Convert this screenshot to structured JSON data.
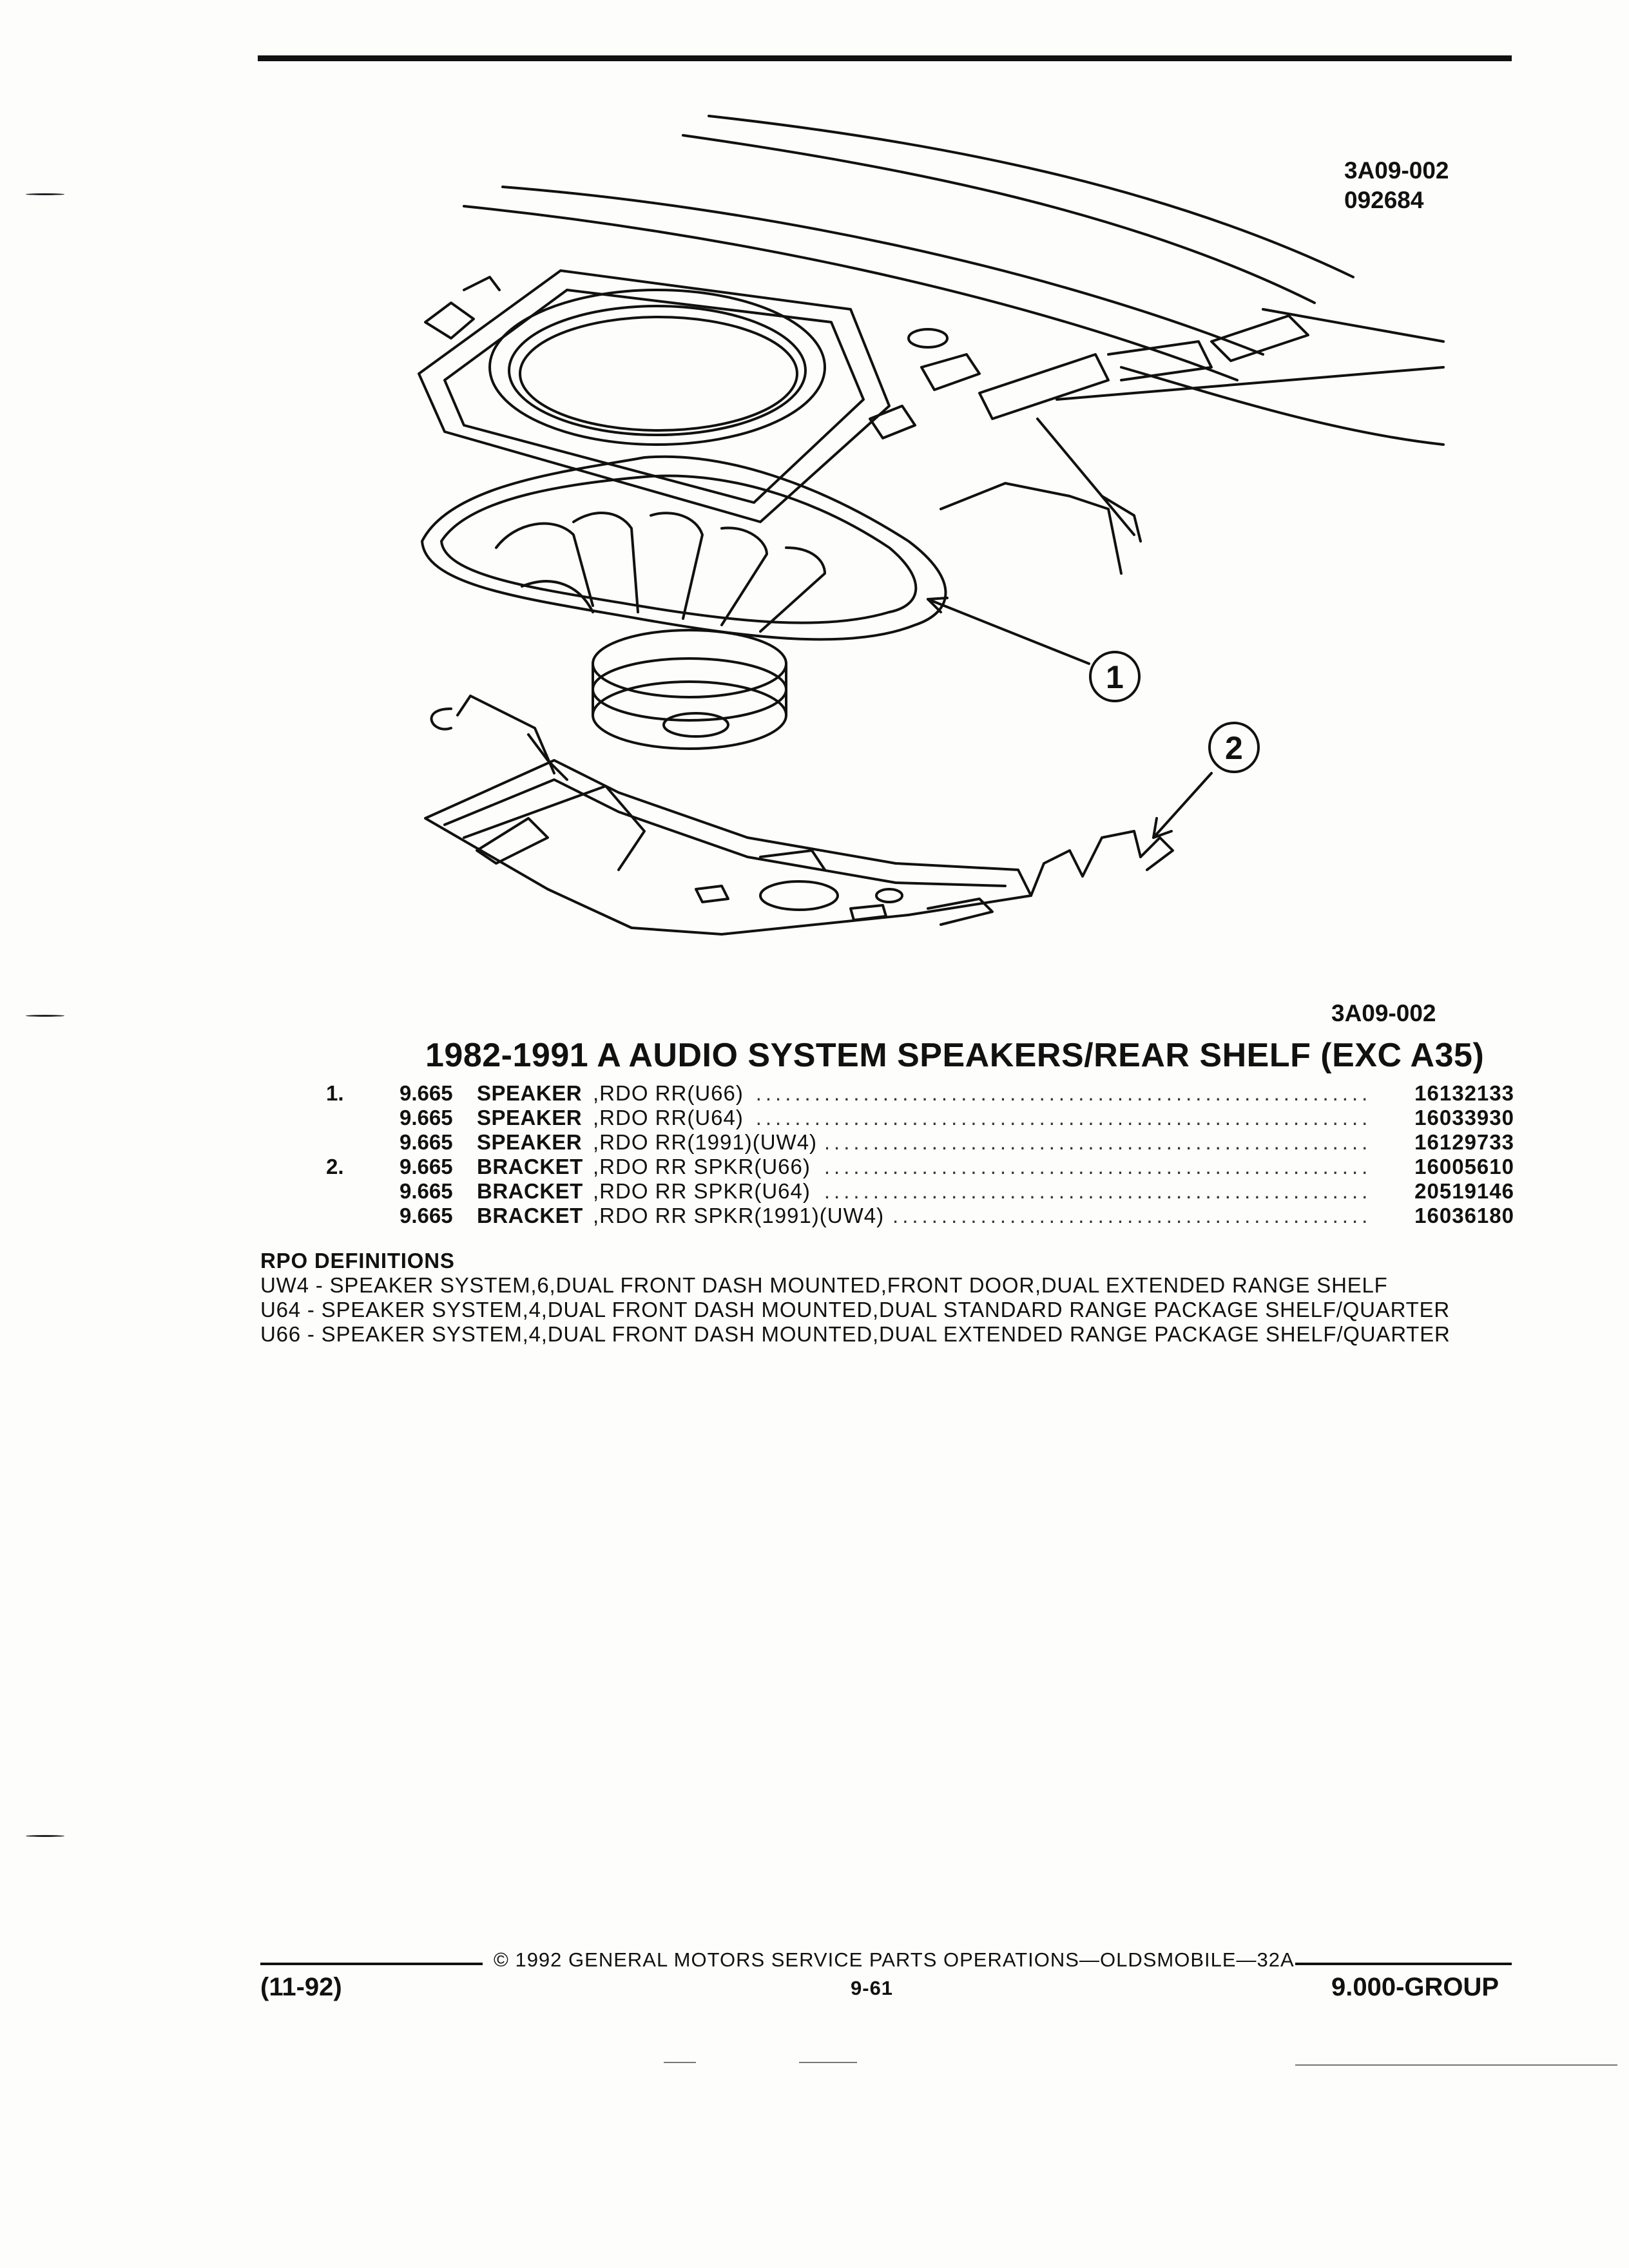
{
  "figure": {
    "ref_code": "3A09-002",
    "ref_date": "092684",
    "caption_code": "3A09-002",
    "callouts": [
      "1",
      "2"
    ]
  },
  "title": "1982-1991 A AUDIO SYSTEM SPEAKERS/REAR SHELF (EXC A35)",
  "parts": [
    {
      "item": "1.",
      "group": "9.665",
      "name": "SPEAKER",
      "desc": ",RDO RR(U66)",
      "part_no": "16132133"
    },
    {
      "item": "",
      "group": "9.665",
      "name": "SPEAKER",
      "desc": ",RDO RR(U64)",
      "part_no": "16033930"
    },
    {
      "item": "",
      "group": "9.665",
      "name": "SPEAKER",
      "desc": ",RDO RR(1991)(UW4)",
      "part_no": "16129733"
    },
    {
      "item": "2.",
      "group": "9.665",
      "name": "BRACKET",
      "desc": ",RDO RR SPKR(U66)",
      "part_no": "16005610"
    },
    {
      "item": "",
      "group": "9.665",
      "name": "BRACKET",
      "desc": ",RDO RR SPKR(U64)",
      "part_no": "20519146"
    },
    {
      "item": "",
      "group": "9.665",
      "name": "BRACKET",
      "desc": ",RDO RR SPKR(1991)(UW4)",
      "part_no": "16036180"
    }
  ],
  "rpo": {
    "heading": "RPO DEFINITIONS",
    "lines": [
      "UW4 - SPEAKER SYSTEM,6,DUAL FRONT DASH MOUNTED,FRONT DOOR,DUAL EXTENDED RANGE SHELF",
      "U64 - SPEAKER SYSTEM,4,DUAL FRONT DASH MOUNTED,DUAL STANDARD RANGE PACKAGE SHELF/QUARTER",
      "U66 - SPEAKER SYSTEM,4,DUAL FRONT DASH MOUNTED,DUAL EXTENDED RANGE PACKAGE SHELF/QUARTER"
    ]
  },
  "footer": {
    "copyright": "© 1992 GENERAL MOTORS SERVICE PARTS OPERATIONS—OLDSMOBILE—32A",
    "date": "(11-92)",
    "page": "9-61",
    "group": "9.000-GROUP"
  }
}
